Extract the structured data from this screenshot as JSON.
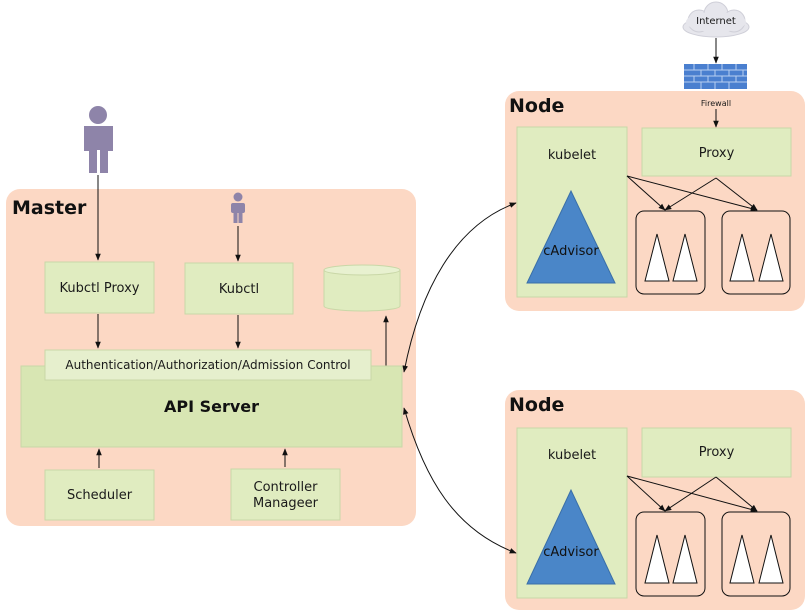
{
  "colors": {
    "panel": "#fcd8c4",
    "box": "#e0ecc0",
    "box_border": "#c9d7a7",
    "person": "#8e84a9",
    "triangle": "#4a86c8",
    "cloud": "#e6e6ec",
    "firewall": "#4a7fcf"
  },
  "icons": [
    "person-icon",
    "cloud-icon",
    "firewall-icon",
    "database-icon",
    "pod-icon"
  ],
  "internet": {
    "label": "Internet"
  },
  "firewall": {
    "label": "Firewall"
  },
  "master": {
    "title": "Master",
    "kubectl_proxy": "Kubctl Proxy",
    "kubectl": "Kubctl",
    "auth": "Authentication/Authorization/Admission Control",
    "api_server": "API Server",
    "scheduler": "Scheduler",
    "controller_line1": "Controller",
    "controller_line2": "Manageer"
  },
  "nodes": [
    {
      "title": "Node",
      "kubelet": "kubelet",
      "cadvisor": "cAdvisor",
      "proxy": "Proxy"
    },
    {
      "title": "Node",
      "kubelet": "kubelet",
      "cadvisor": "cAdvisor",
      "proxy": "Proxy"
    }
  ]
}
